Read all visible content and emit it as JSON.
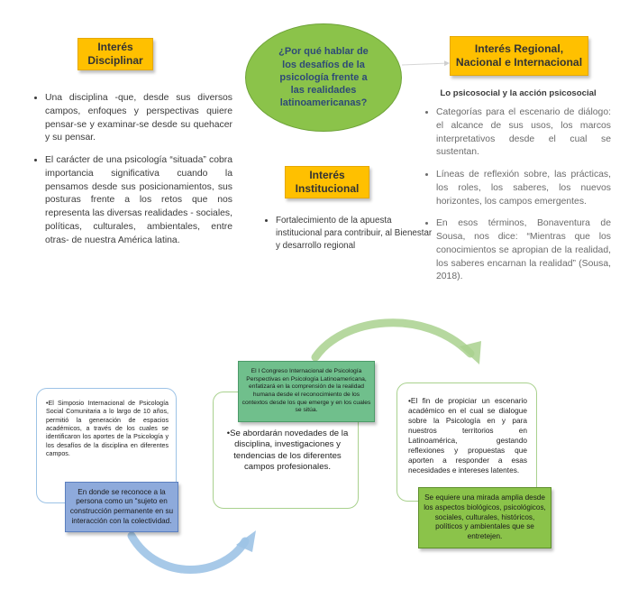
{
  "disciplinar": {
    "title_line1": "Interés",
    "title_line2": "Disciplinar",
    "bullets": [
      "Una disciplina -que, desde sus diversos campos, enfoques y perspectivas quiere pensar-se y examinar-se desde su quehacer y su pensar.",
      "El carácter de una psicología “situada” cobra importancia significativa cuando la pensamos desde sus posicionamientos, sus posturas frente a los retos que nos representa las diversas realidades - sociales, políticas, culturales, ambientales, entre otras- de nuestra América latina."
    ]
  },
  "center_question": "¿Por qué hablar de los desafíos de la psicología frente a las realidades latinoamericanas?",
  "regional": {
    "title_line1": "Interés Regional,",
    "title_line2": "Nacional e Internacional",
    "subtitle": "Lo psicosocial y la acción psicosocial",
    "bullets": [
      "Categorías para el escenario de diálogo: el alcance de sus usos, los marcos interpretativos desde el cual se sustentan.",
      "Líneas de reflexión sobre, las prácticas, los roles, los saberes, los nuevos horizontes, los campos emergentes.",
      "En esos términos, Bonaventura de Sousa, nos dice: “Mientras que los conocimientos se apropian de la realidad, los saberes encarnan la realidad” (Sousa, 2018)."
    ]
  },
  "institucional": {
    "title_line1": "Interés",
    "title_line2": "Institucional",
    "bullets": [
      "Fortalecimiento de la apuesta institucional para contribuir, al Bienestar y desarrollo regional"
    ]
  },
  "cycle": {
    "left_card_text": "El Simposio Internacional de Psicología Social Comunitaria a lo largo de 10 años, permitió la generación de espacios académicos, a través de los cuales se identificaron los aportes de la Psicología y los desafíos de la disciplina en diferentes campos.",
    "left_note": "En donde se reconoce a la persona como un “sujeto en construcción permanente en su interacción con la colectividad.",
    "middle_header": "El I Congreso Internacional de Psicología Perspectivas en Psicología Latinoamericana, enfatizará en la comprensión de la realidad humana desde el reconocimiento de los contextos desde los que emerge y en los cuales se sitúa.",
    "middle_card_text": "Se abordarán novedades de la disciplina, investigaciones y tendencias de los diferentes campos profesionales.",
    "right_card_text": "El fin de propiciar un escenario académico en el cual se dialogue sobre la Psicología en y para nuestros territorios en Latinoamérica, gestando reflexiones y propuestas que aporten a responder a esas necesidades e intereses latentes.",
    "right_note": "Se equiere una mirada amplia desde los aspectos biológicos, psicológicos, sociales, culturales, históricos, políticos y ambientales que se entretejen."
  },
  "colors": {
    "tag": "#ffc000",
    "circle": "#8bc34a",
    "circle_text": "#2e4a77",
    "blue_note": "#8eaadb",
    "green_note": "#8bc34a",
    "green_header": "#70bf8c"
  }
}
